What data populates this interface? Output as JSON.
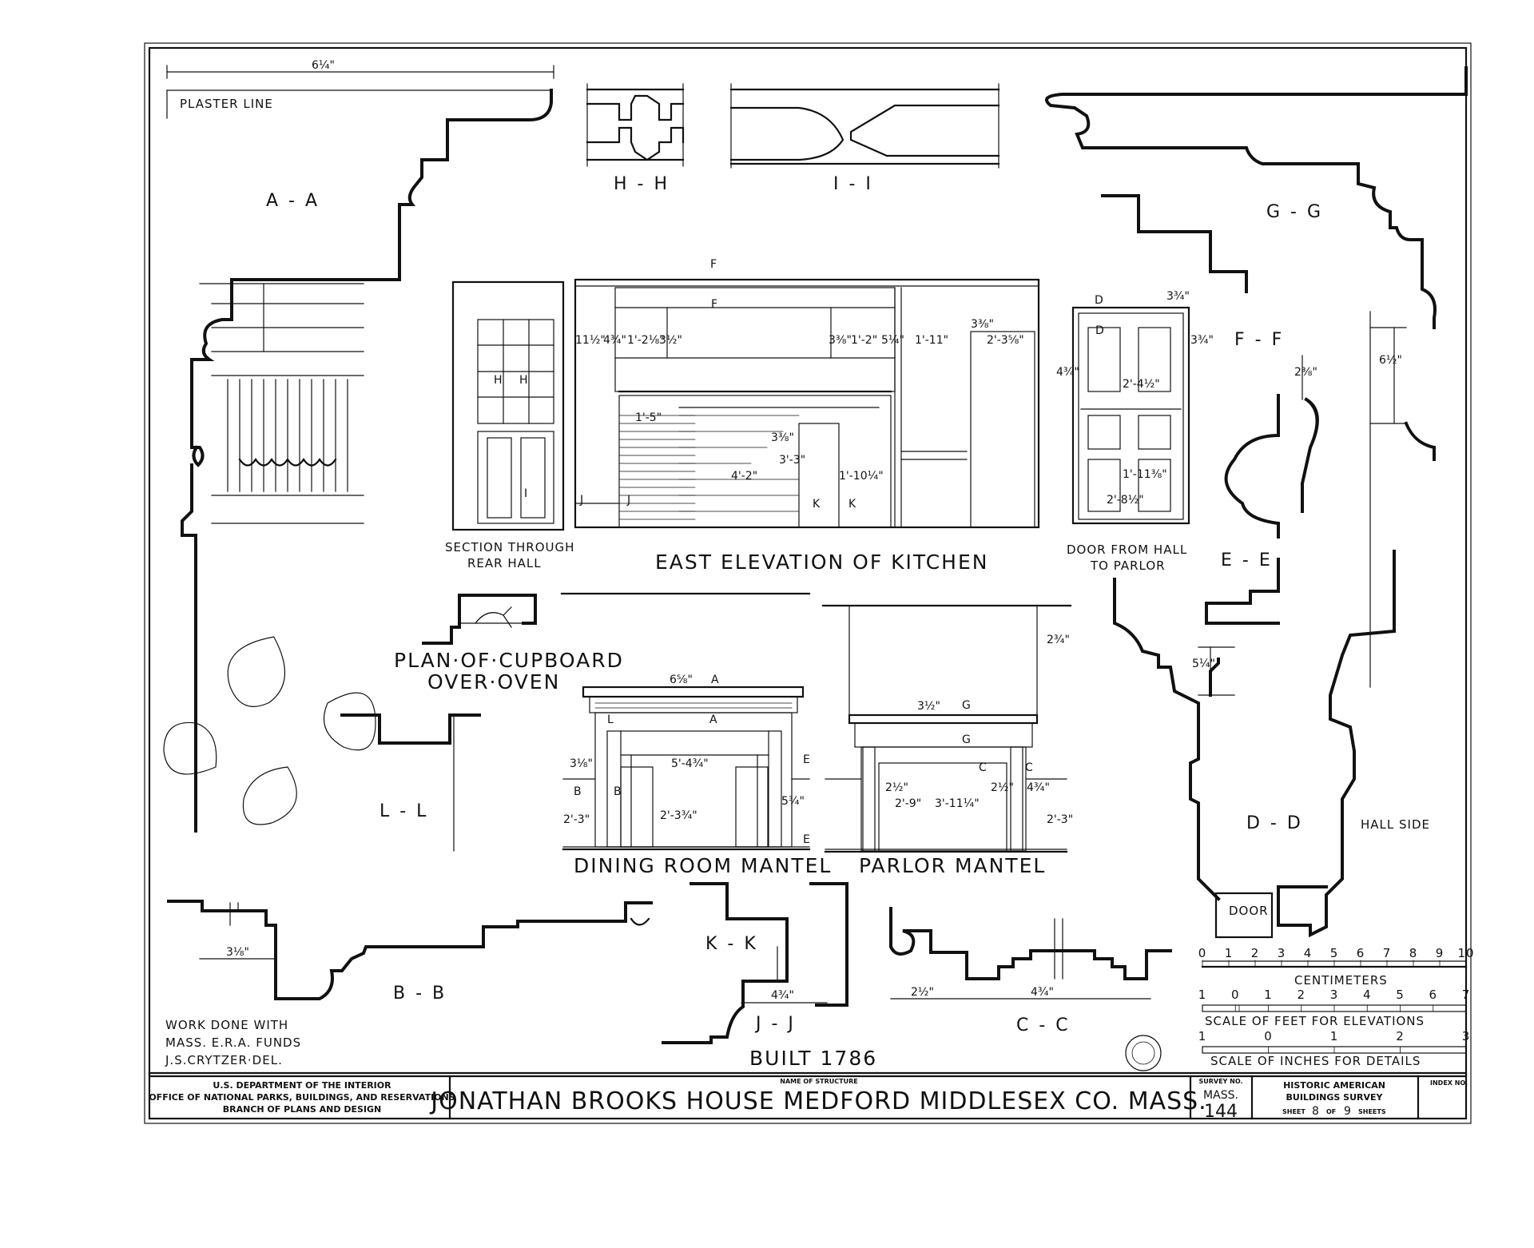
{
  "sections": {
    "aa": "A - A",
    "hh": "H - H",
    "ii": "I - I",
    "gg": "G - G",
    "ff": "F - F",
    "ee": "E - E",
    "dd": "D - D",
    "ll": "L - L",
    "bb": "B - B",
    "kk": "K - K",
    "jj": "J - J",
    "cc": "C - C"
  },
  "labels": {
    "plaster_line": "PLASTER LINE",
    "section_rear_hall_1": "SECTION THROUGH",
    "section_rear_hall_2": "REAR HALL",
    "east_elevation": "EAST ELEVATION OF KITCHEN",
    "door_hall_1": "DOOR FROM HALL",
    "door_hall_2": "TO PARLOR",
    "cupboard_1": "PLAN·OF·CUPBOARD",
    "cupboard_2": "OVER·OVEN",
    "dining_mantel": "DINING ROOM MANTEL",
    "parlor_mantel": "PARLOR MANTEL",
    "hall_side": "HALL SIDE",
    "door": "DOOR",
    "work_1": "WORK DONE WITH",
    "work_2": "MASS. E.R.A. FUNDS",
    "work_3": "J.S.CRYTZER·DEL.",
    "built": "BUILT 1786"
  },
  "dimensions": {
    "aa_width": "6¼\"",
    "bb_width": "3⅛\"",
    "jj_width": "4¾\"",
    "cc_left": "2½\"",
    "cc_right": "4¾\"",
    "ff_height": "2⅜\"",
    "gg_height": "6½\"",
    "ee_height": "5¼\"",
    "parlor_top": "2¾\"",
    "kitchen_a": "11½\"",
    "kitchen_b": "4¾\"",
    "kitchen_c": "1'-2⅛\"",
    "kitchen_d": "3½\"",
    "kitchen_e": "3⅜\"",
    "kitchen_f": "1'-2\"",
    "kitchen_g": "5¼\"",
    "kitchen_h": "1'-11\"",
    "kitchen_i": "2'-3⅝\"",
    "kitchen_j": "3⅜\"",
    "kitchen_k": "4'-2\"",
    "kitchen_l": "3'-3\"",
    "kitchen_m": "1'-10¼\"",
    "kitchen_n": "1'-5\"",
    "kitchen_o": "3⅜\"",
    "door_a": "2'-4½\"",
    "door_b": "1'-11⅜\"",
    "door_c": "2'-8½\"",
    "door_d": "3¾\"",
    "door_e": "4¾\"",
    "door_f": "3¾\"",
    "dining_a": "6⅝\"",
    "dining_b": "5'-4¾\"",
    "dining_c": "2'-3¾\"",
    "dining_d": "5¾\"",
    "dining_e": "2'-3\"",
    "dining_f": "3⅛\"",
    "parlor_a": "3½\"",
    "parlor_b": "3'-11¼\"",
    "parlor_c": "2'-9\"",
    "parlor_d": "2'-3\"",
    "parlor_e": "2½\"",
    "parlor_f": "2½\"",
    "parlor_g": "4¾\""
  },
  "scale_bars": {
    "cm_ticks": [
      "0",
      "1",
      "2",
      "3",
      "4",
      "5",
      "6",
      "7",
      "8",
      "9",
      "10"
    ],
    "cm_label": "CENTIMETERS",
    "ft_ticks": [
      "1",
      "0",
      "1",
      "2",
      "3",
      "4",
      "5",
      "6",
      "7"
    ],
    "ft_label": "SCALE OF FEET FOR ELEVATIONS",
    "in_ticks": [
      "1",
      "0",
      "1",
      "2",
      "3"
    ],
    "in_label": "SCALE OF INCHES FOR DETAILS"
  },
  "title_block": {
    "dept_1": "U.S. DEPARTMENT OF THE INTERIOR",
    "dept_2": "OFFICE OF NATIONAL PARKS, BUILDINGS, AND RESERVATIONS",
    "dept_3": "BRANCH OF PLANS AND DESIGN",
    "name_caption": "NAME OF STRUCTURE",
    "name": "JONATHAN BROOKS HOUSE  MEDFORD  MIDDLESEX CO. MASS.",
    "survey_caption": "SURVEY NO.",
    "survey_state": "MASS.",
    "survey_no": "144",
    "habs_1": "HISTORIC AMERICAN",
    "habs_2": "BUILDINGS SURVEY",
    "sheet_word": "SHEET",
    "sheet_no": "8",
    "of_word": "OF",
    "sheet_total": "9",
    "sheets_word": "SHEETS",
    "index_caption": "INDEX NO."
  }
}
